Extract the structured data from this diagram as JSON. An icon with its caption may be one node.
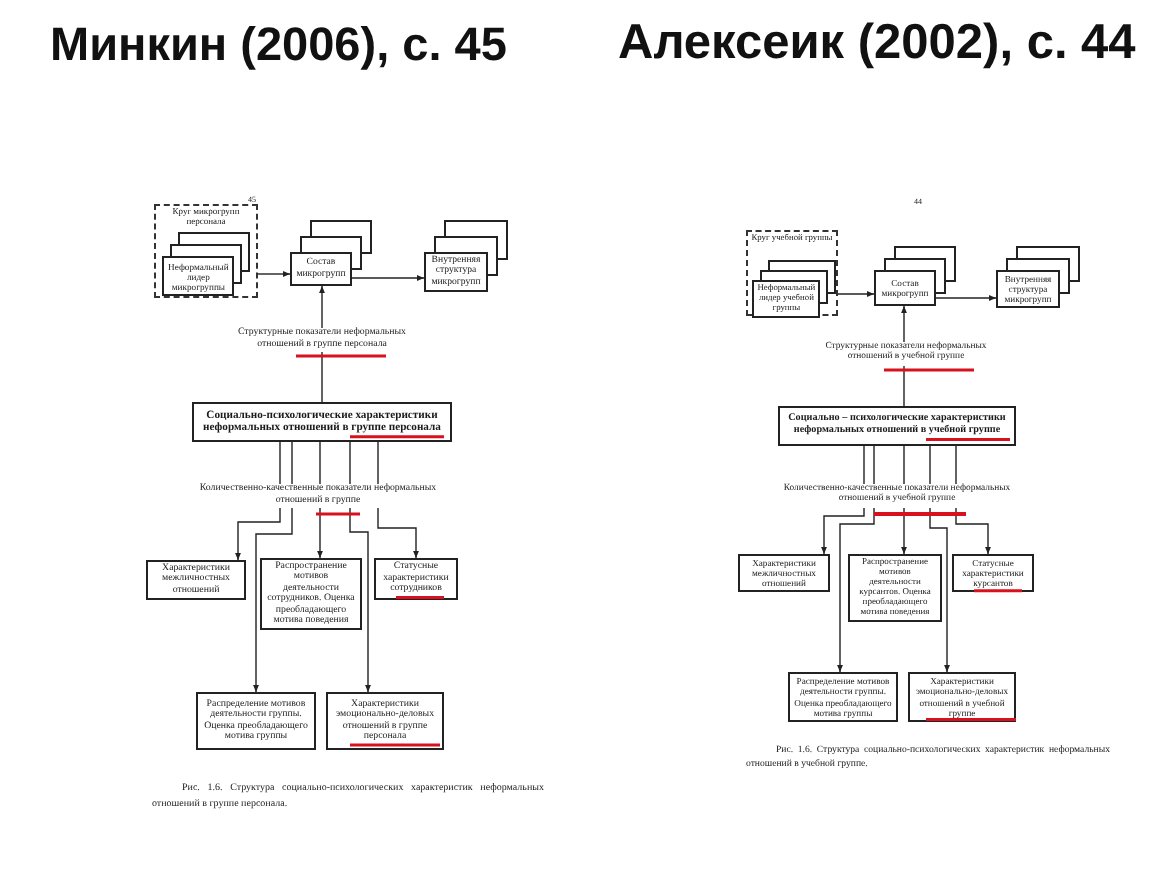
{
  "diagram": {
    "nodes": [
      {
        "text": [
          "Круг микрогрупп персонала"
        ]
      },
      {
        "text": [
          "Неформальный лидер микрогруппы"
        ],
        "in": 0
      },
      {
        "text": [
          "Состав микрогрупп"
        ]
      },
      {
        "text": [
          "Внутренняя структура микрогрупп"
        ]
      },
      {
        "text": [
          "Структурные показатели неформальных отношений в группе персонала"
        ]
      },
      {
        "text": [
          "Социально-психологические характеристики неформальных отношений в группе персонала"
        ]
      },
      {
        "text": [
          "Количественно-качественные показатели неформальных отношений в группе"
        ]
      },
      {
        "text": [
          "Характеристики межличностных отношений"
        ]
      },
      {
        "text": [
          "Распространение мотивов деятельности сотрудников. Оценка преобладающего мотива поведения"
        ]
      },
      {
        "text": [
          "Статусные характеристики сотрудников"
        ]
      },
      {
        "text": [
          "Распределение мотивов деятельности группы. Оценка преобладающего мотива группы"
        ]
      },
      {
        "text": [
          "Характеристики эмоционально-деловых отношений в группе персонала"
        ]
      },
      {
        "text": [
          "Круг учебной группы"
        ]
      },
      {
        "text": [
          "Неформальный лидер учебной группы"
        ],
        "in": 12
      },
      {
        "text": [
          "Состав микрогрупп"
        ]
      },
      {
        "text": [
          "Внутренняя структура микрогрупп"
        ]
      },
      {
        "text": [
          "Структурные показатели неформальных отношений в учебной группе"
        ]
      },
      {
        "text": [
          "Социально – психологические характеристики неформальных отношений в учебной группе"
        ]
      },
      {
        "text": [
          "Количественно-качественные показатели неформальных отношений в учебной группе"
        ]
      },
      {
        "text": [
          "Характеристики межличностных отношений"
        ]
      },
      {
        "text": [
          "Распространение мотивов деятельности курсантов. Оценка преобладающего мотива поведения"
        ]
      },
      {
        "text": [
          "Статусные характеристики курсантов"
        ]
      },
      {
        "text": [
          "Распределение мотивов деятельности группы. Оценка преобладающего мотива группы"
        ]
      },
      {
        "text": [
          "Характеристики эмоционально-деловых отношений в учебной группе"
        ]
      }
    ],
    "edges": [
      {
        "from": 0,
        "to": 2,
        "arrow": "to"
      },
      {
        "from": 2,
        "to": 3,
        "arrow": "to"
      },
      {
        "from": 4,
        "to": 2,
        "arrow": "to"
      },
      {
        "from": 5,
        "to": 4,
        "arrow": "none"
      },
      {
        "from": 5,
        "to": 6,
        "arrow": "none"
      },
      {
        "from": 5,
        "to": 6,
        "arrow": "none"
      },
      {
        "from": 5,
        "to": 6,
        "arrow": "none"
      },
      {
        "from": 5,
        "to": 6,
        "arrow": "none"
      },
      {
        "from": 5,
        "to": 6,
        "arrow": "none"
      },
      {
        "from": 6,
        "to": 7,
        "arrow": "to"
      },
      {
        "from": 6,
        "to": 8,
        "arrow": "to"
      },
      {
        "from": 6,
        "to": 9,
        "arrow": "to"
      },
      {
        "from": 6,
        "to": 10,
        "arrow": "to"
      },
      {
        "from": 6,
        "to": 11,
        "arrow": "to"
      },
      {
        "from": 12,
        "to": 14,
        "arrow": "to"
      },
      {
        "from": 14,
        "to": 15,
        "arrow": "to"
      },
      {
        "from": 16,
        "to": 14,
        "arrow": "to"
      },
      {
        "from": 17,
        "to": 16,
        "arrow": "none"
      },
      {
        "from": 17,
        "to": 18,
        "arrow": "none"
      },
      {
        "from": 17,
        "to": 18,
        "arrow": "none"
      },
      {
        "from": 17,
        "to": 18,
        "arrow": "none"
      },
      {
        "from": 17,
        "to": 18,
        "arrow": "none"
      },
      {
        "from": 17,
        "to": 18,
        "arrow": "none"
      },
      {
        "from": 18,
        "to": 19,
        "arrow": "to"
      },
      {
        "from": 18,
        "to": 20,
        "arrow": "to"
      },
      {
        "from": 18,
        "to": 21,
        "arrow": "to"
      },
      {
        "from": 18,
        "to": 22,
        "arrow": "to"
      },
      {
        "from": 18,
        "to": 23,
        "arrow": "to"
      }
    ],
    "labels": [
      "Минкин (2006), с. 45",
      "Алексеик (2002), с. 44",
      "45",
      "Рис. 1.6. Структура социально-психологических характеристик неформальных отношений в группе персонала.",
      "44",
      "Рис. 1.6. Структура социально-психологических характеристик неформальных отношений в учебной группе."
    ]
  }
}
